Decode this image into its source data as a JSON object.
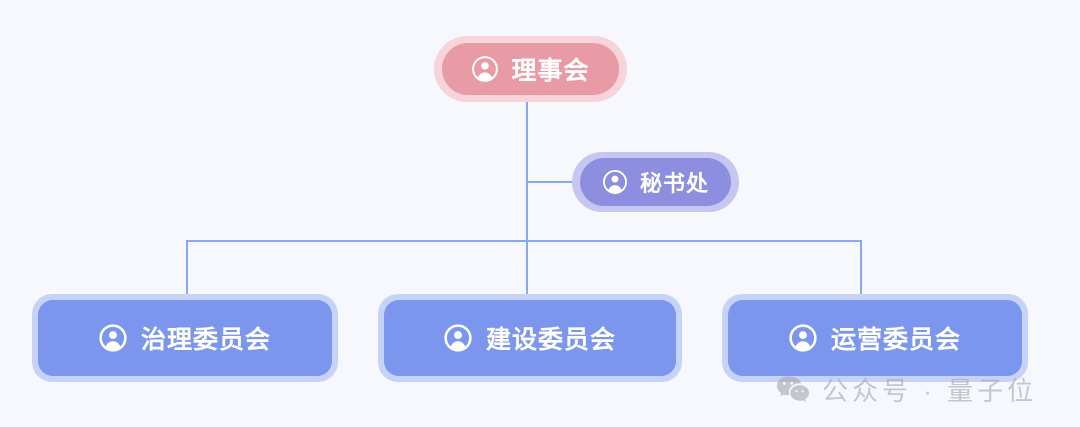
{
  "diagram": {
    "type": "org-chart",
    "background_color": "#f7f8fd",
    "connector_color": "#8ba6f2",
    "root": {
      "label": "理事会",
      "icon": "person-circle-icon",
      "fill_color": "#e89aa5",
      "glow_color": "#f6d4da",
      "text_color": "#ffffff"
    },
    "staff": {
      "label": "秘书处",
      "icon": "person-circle-icon",
      "fill_color": "#8d8ee0",
      "glow_color": "#c6c6f2",
      "text_color": "#ffffff"
    },
    "children": [
      {
        "label": "治理委员会",
        "icon": "person-circle-icon",
        "fill_color": "#7b96ec",
        "glow_color": "#c7d2f8",
        "text_color": "#ffffff"
      },
      {
        "label": "建设委员会",
        "icon": "person-circle-icon",
        "fill_color": "#7b96ec",
        "glow_color": "#c7d2f8",
        "text_color": "#ffffff"
      },
      {
        "label": "运营委员会",
        "icon": "person-circle-icon",
        "fill_color": "#7b96ec",
        "glow_color": "#c7d2f8",
        "text_color": "#ffffff"
      }
    ]
  },
  "watermark": {
    "icon": "wechat-icon",
    "text": "公众号 · 量子位",
    "color": "#a8a8ae"
  }
}
